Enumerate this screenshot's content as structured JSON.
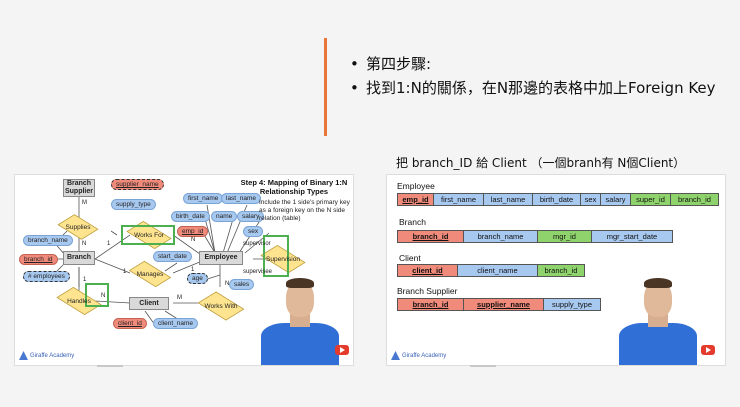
{
  "slide": {
    "bullets": [
      "第四步驟:",
      "找到1:N的關係，在N那邊的表格中加上Foreign Key"
    ],
    "subtitle": "把 branch_ID 給 Client （一個branh有 N個Client）"
  },
  "er_diagram": {
    "step_title": "Step 4: Mapping of Binary 1:N Relationship Types",
    "step_body": "Include the 1 side's primary key as a foreign key on the N side relation (table)",
    "entities": {
      "branch_supplier": "Branch Supplier",
      "branch": "Branch",
      "employee": "Employee",
      "client": "Client"
    },
    "relationships": {
      "supplies": "Supplies",
      "works_for": "Works For",
      "manages": "Manages",
      "handles": "Handles",
      "works_with": "Works With",
      "supervision": "Supervision"
    },
    "attributes": {
      "supplier_name": "supplier_name",
      "supply_type": "supply_type",
      "first_name": "first_name",
      "last_name": "last_name",
      "birth_date": "birth_date",
      "name": "name",
      "salary": "salary",
      "emp_id": "emp_id",
      "sex": "sex",
      "branch_name": "branch_name",
      "branch_id": "branch_id",
      "employees": "# employees",
      "start_date": "start_date",
      "age": "age",
      "sales": "sales",
      "client_id": "client_id",
      "client_name": "client_name",
      "supervisor": "supervisor",
      "supervisee": "supervisee"
    },
    "cardinalities": {
      "m": "M",
      "n": "N",
      "one": "1"
    },
    "logo": "Giraffe Academy"
  },
  "schema": {
    "tables": [
      {
        "name": "Employee",
        "columns": [
          {
            "label": "emp_id",
            "kind": "pk"
          },
          {
            "label": "first_name",
            "kind": "attr"
          },
          {
            "label": "last_name",
            "kind": "attr"
          },
          {
            "label": "birth_date",
            "kind": "attr"
          },
          {
            "label": "sex",
            "kind": "attr"
          },
          {
            "label": "salary",
            "kind": "attr"
          },
          {
            "label": "super_id",
            "kind": "fk"
          },
          {
            "label": "branch_id",
            "kind": "fk"
          }
        ]
      },
      {
        "name": "Branch",
        "columns": [
          {
            "label": "branch_id",
            "kind": "pk"
          },
          {
            "label": "branch_name",
            "kind": "attr"
          },
          {
            "label": "mgr_id",
            "kind": "fk"
          },
          {
            "label": "mgr_start_date",
            "kind": "attr"
          }
        ]
      },
      {
        "name": "Client",
        "columns": [
          {
            "label": "client_id",
            "kind": "pk"
          },
          {
            "label": "client_name",
            "kind": "attr"
          },
          {
            "label": "branch_id",
            "kind": "fk"
          }
        ]
      },
      {
        "name": "Branch Supplier",
        "columns": [
          {
            "label": "branch_id",
            "kind": "pk"
          },
          {
            "label": "supplier_name",
            "kind": "pk"
          },
          {
            "label": "supply_type",
            "kind": "attr"
          }
        ]
      }
    ],
    "logo": "Giraffe Academy"
  },
  "colors": {
    "accent_bar": "#e8763a",
    "primary_key": "#f08a7a",
    "attribute": "#a7c8ef",
    "foreign_key": "#8fd36d",
    "relationship": "#ffe490",
    "highlight_box": "#4caf50"
  }
}
